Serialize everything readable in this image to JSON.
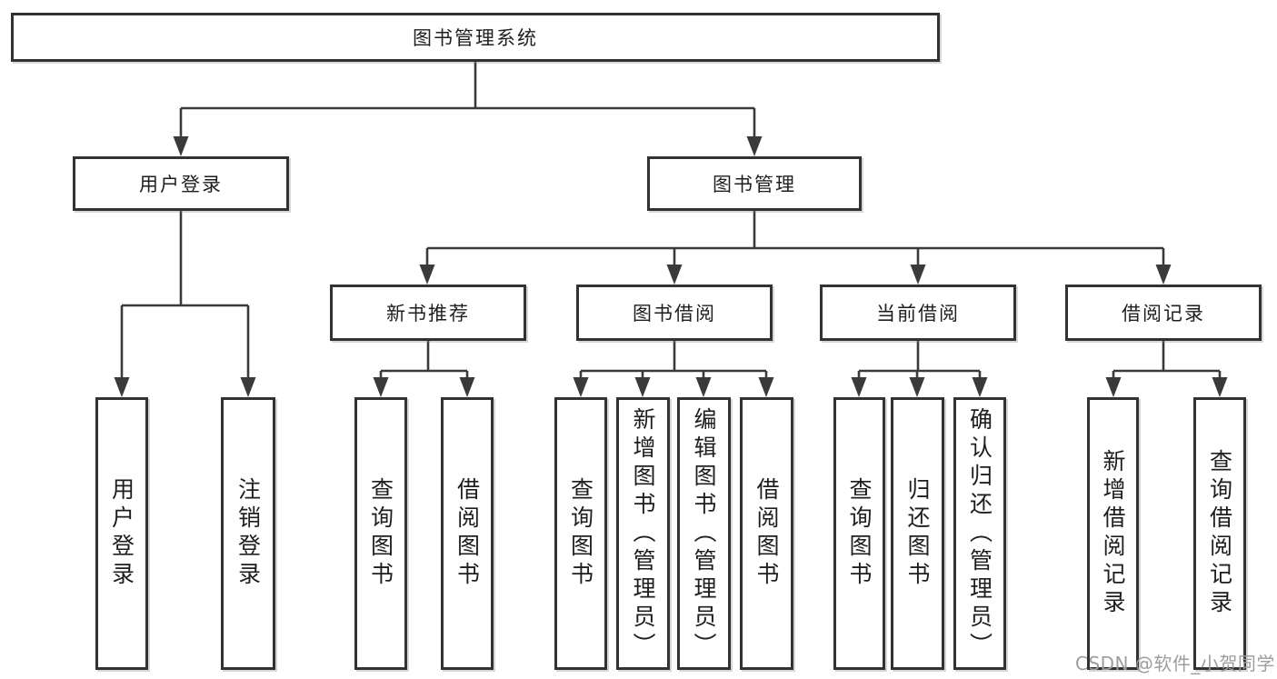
{
  "diagram": {
    "root": {
      "label": "图书管理系统"
    },
    "level2": [
      {
        "label": "用户登录"
      },
      {
        "label": "图书管理"
      }
    ],
    "level3": [
      {
        "label": "新书推荐"
      },
      {
        "label": "图书借阅"
      },
      {
        "label": "当前借阅"
      },
      {
        "label": "借阅记录"
      }
    ],
    "leaves": {
      "user_login": [
        "用户登录",
        "注销登录"
      ],
      "new_book_recommend": [
        "查询图书",
        "借阅图书"
      ],
      "book_borrow": [
        "查询图书",
        "新增图书（管理员）",
        "编辑图书（管理员）",
        "借阅图书"
      ],
      "current_borrow": [
        "查询图书",
        "归还图书",
        "确认归还（管理员）"
      ],
      "borrow_records": [
        "新增借阅记录",
        "查询借阅记录"
      ]
    },
    "watermark": "CSDN @软件_小贺同学",
    "colors": {
      "line": "#3a3a3a",
      "box_border": "#323232",
      "text": "#1e1e1e",
      "watermark": "#9d9d9d",
      "background": "#ffffff"
    }
  }
}
